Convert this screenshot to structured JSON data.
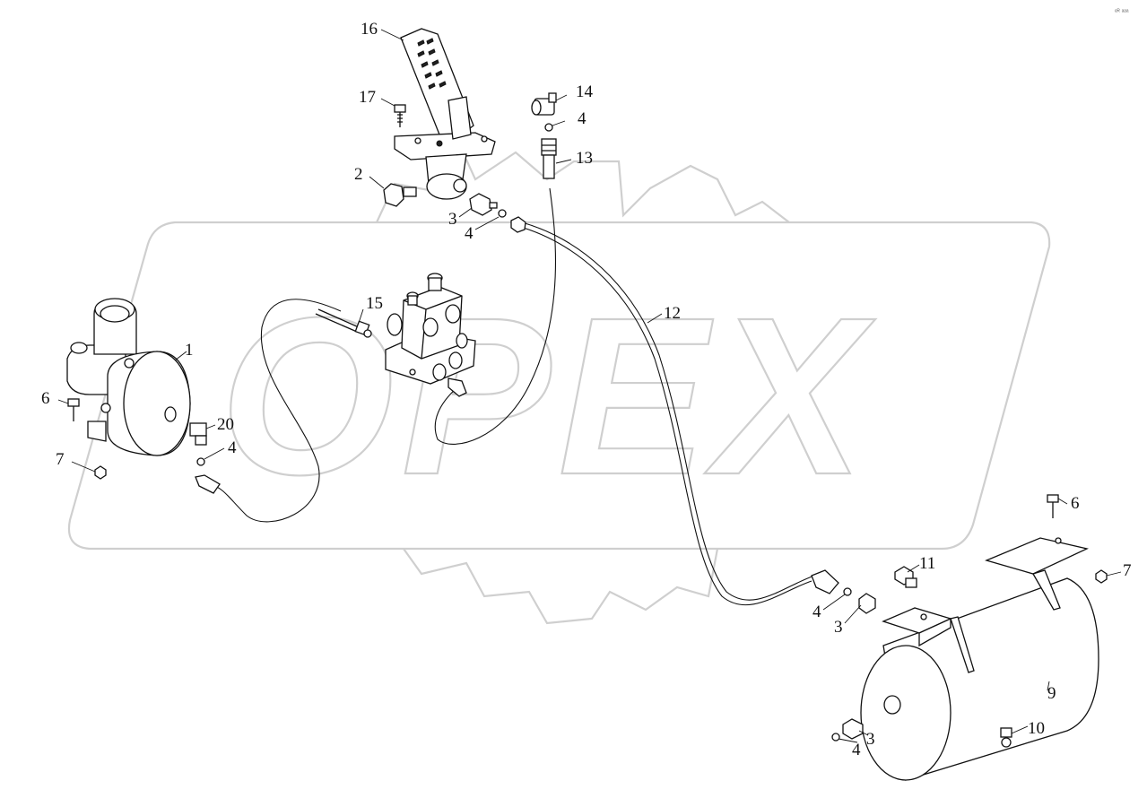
{
  "diagram": {
    "watermark": "OPEX",
    "corner_mark": "ᵉᴿ ᵃᵃᵃ",
    "callouts": {
      "c1": "1",
      "c2": "2",
      "c3a": "3",
      "c3b": "3",
      "c3c": "3",
      "c4a": "4",
      "c4b": "4",
      "c4c": "4",
      "c4d": "4",
      "c4e": "4",
      "c6a": "6",
      "c6b": "6",
      "c7a": "7",
      "c7b": "7",
      "c9": "9",
      "c10": "10",
      "c11": "11",
      "c12": "12",
      "c13": "13",
      "c14": "14",
      "c15": "15",
      "c16": "16",
      "c17": "17",
      "c20": "20"
    }
  }
}
